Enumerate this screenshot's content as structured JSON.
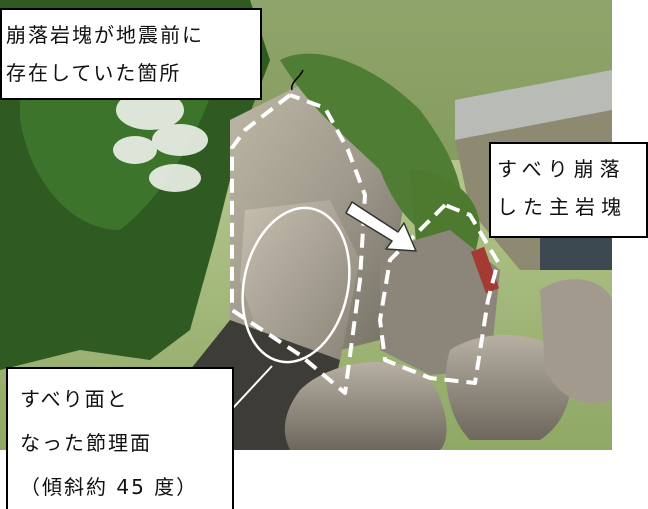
{
  "photo": {
    "description_icon": "rockfall-site-photo"
  },
  "annotations": {
    "top": {
      "lines": [
        "崩落岩塊が地震前に",
        "存在していた箇所"
      ]
    },
    "right": {
      "lines": [
        "すべり崩落",
        "した主岩塊"
      ]
    },
    "bottom": {
      "lines": [
        "すべり面と",
        "なった節理面",
        "（傾斜約 45 度）"
      ]
    }
  },
  "colors": {
    "outline": "#ffffff",
    "box_border": "#000000",
    "box_fill": "#ffffff"
  }
}
